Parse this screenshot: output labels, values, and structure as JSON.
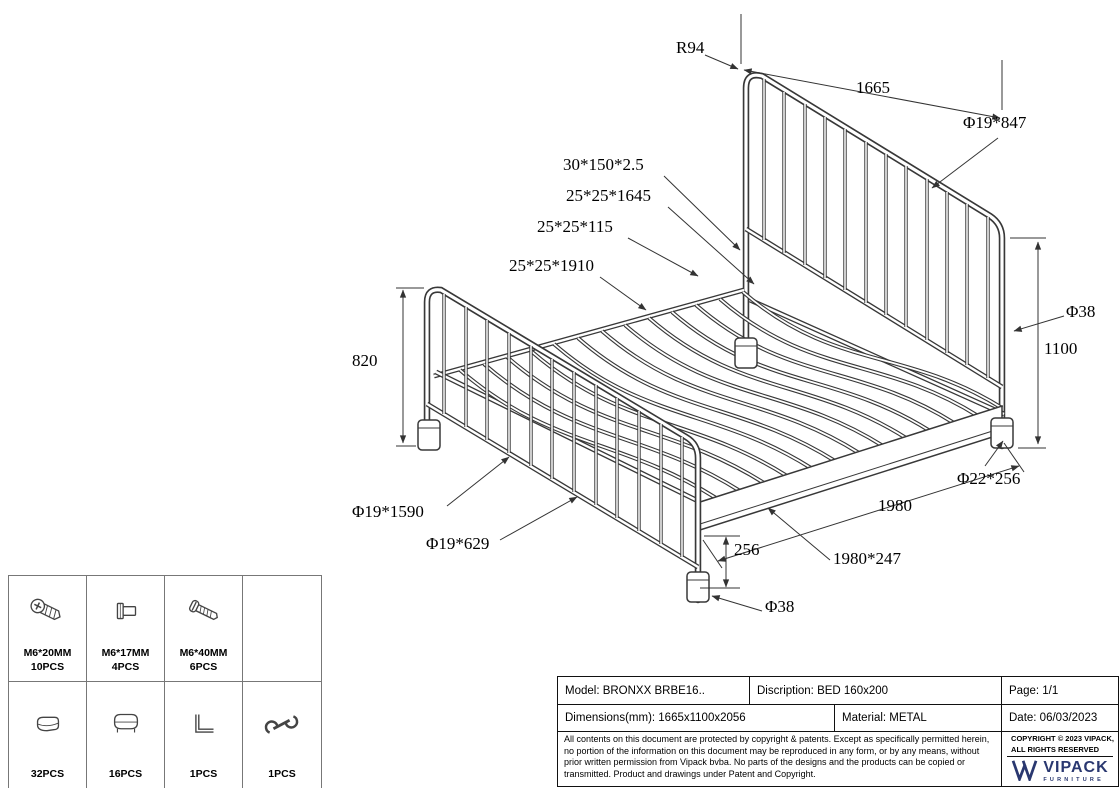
{
  "drawing": {
    "annotations": {
      "r94": "R94",
      "width_1665": "1665",
      "bar_847": "Φ19*847",
      "rail_30_150": "30*150*2.5",
      "tube_25_1645": "25*25*1645",
      "tube_25_115": "25*25*115",
      "tube_25_1910": "25*25*1910",
      "height_820": "820",
      "dia_38_post": "Φ38",
      "height_1100": "1100",
      "bar_1590": "Φ19*1590",
      "bar_629": "Φ19*629",
      "foot_22_256": "Φ22*256",
      "length_1980": "1980",
      "height_256": "256",
      "base_1980_247": "1980*247",
      "dia_38_foot": "Φ38"
    }
  },
  "parts": {
    "items": [
      {
        "spec": "M6*20MM",
        "qty": "10PCS"
      },
      {
        "spec": "M6*17MM",
        "qty": "4PCS"
      },
      {
        "spec": "M6*40MM",
        "qty": "6PCS"
      },
      {
        "spec": "",
        "qty": ""
      },
      {
        "spec": "",
        "qty": "32PCS"
      },
      {
        "spec": "",
        "qty": "16PCS"
      },
      {
        "spec": "",
        "qty": "1PCS"
      },
      {
        "spec": "",
        "qty": "1PCS"
      }
    ]
  },
  "title_block": {
    "model": "Model: BRONXX BRBE16..",
    "description": "Discription: BED 160x200",
    "page": "Page: 1/1",
    "dimensions": "Dimensions(mm): 1665x1100x2056",
    "material": "Material: METAL",
    "date": "Date: 06/03/2023",
    "copyright_body": "All contents on this document are protected by copyright & patents. Except as specifically permitted herein, no portion of the information on this document may be reproduced in any form, or by any means, without prior written permission from Vipack bvba. No parts of the designs and the products can be copied or transmitted. Product and drawings under Patent and Copyright.",
    "copyright_line1": "COPYRIGHT © 2023 VIPACK,",
    "copyright_line2": "ALL RIGHTS RESERVED",
    "brand": "VIPACK",
    "brand_sub": "FURNITURE"
  }
}
